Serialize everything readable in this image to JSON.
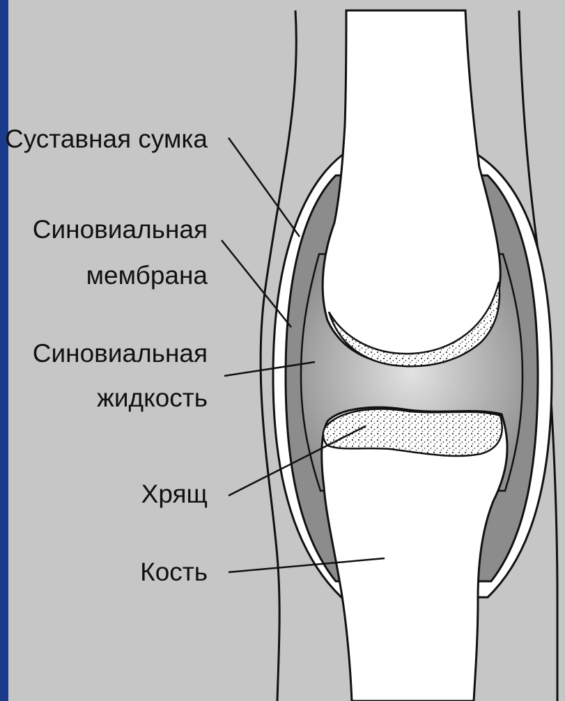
{
  "colors": {
    "background": "#c6c6c6",
    "side_stripe": "#1a3a8c",
    "bone": "#ffffff",
    "membrane": "#8c8c8c",
    "fluid": "#a0a0a0",
    "outline": "#111111"
  },
  "labels": {
    "capsule": "Суставная сумка",
    "membrane_line1": "Синовиальная",
    "membrane_line2": "мембрана",
    "fluid_line1": "Синовиальная",
    "fluid_line2": "жидкость",
    "cartilage": "Хрящ",
    "bone": "Кость"
  }
}
